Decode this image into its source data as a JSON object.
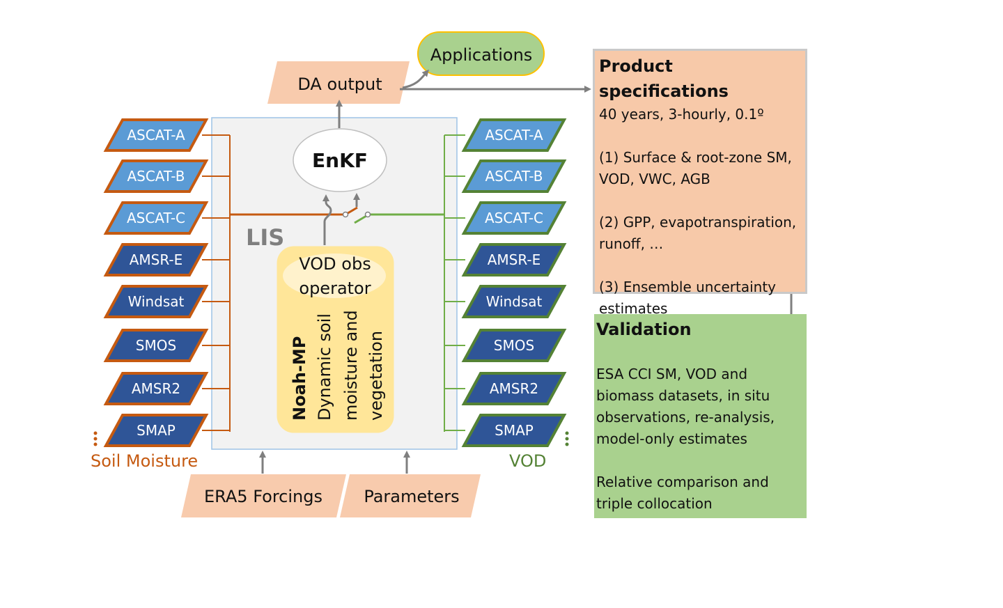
{
  "colors": {
    "sm_blue_light": "#5b9bd5",
    "sm_blue_dark": "#2f5597",
    "sm_border": "#c55a11",
    "vod_border": "#548235",
    "peach": "#f8cbad",
    "green_panel": "#a9d18e",
    "yellow_model": "#ffe699",
    "lis_bg": "#f2f2f2",
    "arrow_gray": "#7f7f7f"
  },
  "top": {
    "applications": "Applications",
    "da_output": "DA output"
  },
  "center": {
    "enkf": "EnKF",
    "lis": "LIS",
    "obs_operator": [
      "VOD obs",
      "operator"
    ],
    "model_title": "Noah-MP",
    "model_lines": [
      "Dynamic soil",
      "moisture and",
      "vegetation"
    ]
  },
  "soil_moisture": {
    "label": "Soil Moisture",
    "sensors": [
      "ASCAT-A",
      "ASCAT-B",
      "ASCAT-C",
      "AMSR-E",
      "Windsat",
      "SMOS",
      "AMSR2",
      "SMAP"
    ]
  },
  "vod": {
    "label": "VOD",
    "sensors": [
      "ASCAT-A",
      "ASCAT-B",
      "ASCAT-C",
      "AMSR-E",
      "Windsat",
      "SMOS",
      "AMSR2",
      "SMAP"
    ]
  },
  "inputs": {
    "forcings": "ERA5 Forcings",
    "parameters": "Parameters"
  },
  "product": {
    "title": "Product specifications",
    "line1": "40 years, 3-hourly, 0.1º",
    "item1a": "(1) Surface & root-zone SM,",
    "item1b": "VOD, VWC, AGB",
    "item2a": "(2) GPP, evapotranspiration,",
    "item2b": "runoff, …",
    "item3a": "(3) Ensemble uncertainty",
    "item3b": "estimates"
  },
  "validation": {
    "title": "Validation",
    "line1": "ESA CCI SM, VOD and",
    "line2": "biomass datasets, in situ",
    "line3": "observations, re-analysis,",
    "line4": "model-only estimates",
    "line5": "Relative comparison and",
    "line6": "triple collocation"
  }
}
